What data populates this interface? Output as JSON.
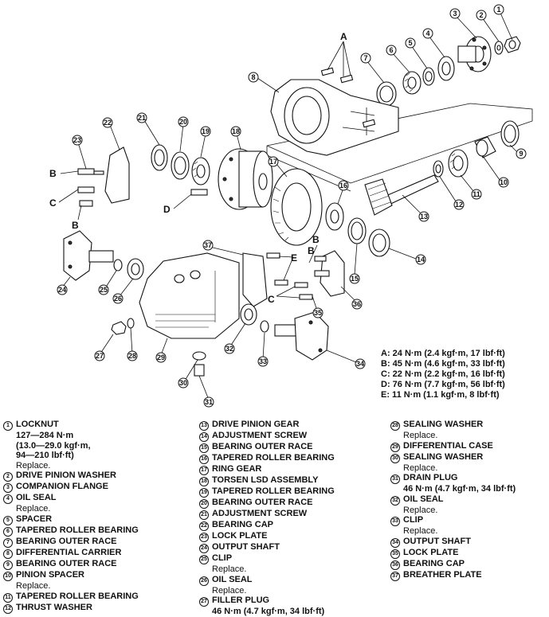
{
  "diagram": {
    "callouts": [
      "1",
      "2",
      "3",
      "4",
      "5",
      "6",
      "7",
      "8",
      "9",
      "10",
      "11",
      "12",
      "13",
      "14",
      "15",
      "16",
      "17",
      "18",
      "19",
      "20",
      "21",
      "22",
      "23",
      "24",
      "25",
      "26",
      "27",
      "28",
      "29",
      "30",
      "31",
      "32",
      "33",
      "34",
      "35",
      "36",
      "37"
    ],
    "letter_labels": [
      "A",
      "B",
      "C",
      "B",
      "D",
      "B",
      "B",
      "E",
      "C"
    ]
  },
  "torque_specs": [
    "A: 24 N·m (2.4 kgf·m, 17 lbf·ft)",
    "B: 45 N·m (4.6 kgf·m, 33 lbf·ft)",
    "C: 22 N·m (2.2 kgf·m, 16 lbf·ft)",
    "D: 76 N·m (7.7 kgf·m, 56 lbf·ft)",
    "E: 11 N·m (1.1 kgf·m, 8 lbf·ft)"
  ],
  "legend": {
    "col1": [
      {
        "num": "1",
        "name": "LOCKNUT",
        "lines": [
          {
            "text": "127—284 N·m",
            "bold": true
          },
          {
            "text": "(13.0—29.0 kgf·m,",
            "bold": true
          },
          {
            "text": "94—210 lbf·ft)",
            "bold": true
          },
          {
            "text": "Replace.",
            "bold": false
          }
        ]
      },
      {
        "num": "2",
        "name": "DRIVE PINION WASHER",
        "lines": []
      },
      {
        "num": "3",
        "name": "COMPANION FLANGE",
        "lines": []
      },
      {
        "num": "4",
        "name": "OIL SEAL",
        "lines": [
          {
            "text": "Replace.",
            "bold": false
          }
        ]
      },
      {
        "num": "5",
        "name": "SPACER",
        "lines": []
      },
      {
        "num": "6",
        "name": "TAPERED ROLLER BEARING",
        "lines": []
      },
      {
        "num": "7",
        "name": "BEARING OUTER RACE",
        "lines": []
      },
      {
        "num": "8",
        "name": "DIFFERENTIAL CARRIER",
        "lines": []
      },
      {
        "num": "9",
        "name": "BEARING OUTER RACE",
        "lines": []
      },
      {
        "num": "10",
        "name": "PINION SPACER",
        "lines": [
          {
            "text": "Replace.",
            "bold": false
          }
        ]
      },
      {
        "num": "11",
        "name": "TAPERED ROLLER BEARING",
        "lines": []
      },
      {
        "num": "12",
        "name": "THRUST WASHER",
        "lines": []
      }
    ],
    "col2": [
      {
        "num": "13",
        "name": "DRIVE PINION GEAR",
        "lines": []
      },
      {
        "num": "14",
        "name": "ADJUSTMENT SCREW",
        "lines": []
      },
      {
        "num": "15",
        "name": "BEARING OUTER RACE",
        "lines": []
      },
      {
        "num": "16",
        "name": "TAPERED ROLLER BEARING",
        "lines": []
      },
      {
        "num": "17",
        "name": "RING GEAR",
        "lines": []
      },
      {
        "num": "18",
        "name": "TORSEN LSD ASSEMBLY",
        "lines": []
      },
      {
        "num": "19",
        "name": "TAPERED ROLLER BEARING",
        "lines": []
      },
      {
        "num": "20",
        "name": "BEARING OUTER RACE",
        "lines": []
      },
      {
        "num": "21",
        "name": "ADJUSTMENT SCREW",
        "lines": []
      },
      {
        "num": "22",
        "name": "BEARING CAP",
        "lines": []
      },
      {
        "num": "23",
        "name": "LOCK PLATE",
        "lines": []
      },
      {
        "num": "24",
        "name": "OUTPUT SHAFT",
        "lines": []
      },
      {
        "num": "25",
        "name": "CLIP",
        "lines": [
          {
            "text": "Replace.",
            "bold": false
          }
        ]
      },
      {
        "num": "26",
        "name": "OIL SEAL",
        "lines": [
          {
            "text": "Replace.",
            "bold": false
          }
        ]
      },
      {
        "num": "27",
        "name": "FILLER PLUG",
        "lines": [
          {
            "text": "46 N·m (4.7 kgf·m, 34 lbf·ft)",
            "bold": true
          }
        ]
      }
    ],
    "col3": [
      {
        "num": "28",
        "name": "SEALING WASHER",
        "lines": [
          {
            "text": "Replace.",
            "bold": false
          }
        ]
      },
      {
        "num": "29",
        "name": "DIFFERENTIAL CASE",
        "lines": []
      },
      {
        "num": "30",
        "name": "SEALING WASHER",
        "lines": [
          {
            "text": "Replace.",
            "bold": false
          }
        ]
      },
      {
        "num": "31",
        "name": "DRAIN PLUG",
        "lines": [
          {
            "text": "46 N·m (4.7 kgf·m, 34 lbf·ft)",
            "bold": true
          }
        ]
      },
      {
        "num": "32",
        "name": "OIL SEAL",
        "lines": [
          {
            "text": "Replace.",
            "bold": false
          }
        ]
      },
      {
        "num": "33",
        "name": "CLIP",
        "lines": [
          {
            "text": "Replace.",
            "bold": false
          }
        ]
      },
      {
        "num": "34",
        "name": "OUTPUT SHAFT",
        "lines": []
      },
      {
        "num": "35",
        "name": "LOCK PLATE",
        "lines": []
      },
      {
        "num": "36",
        "name": "BEARING CAP",
        "lines": []
      },
      {
        "num": "37",
        "name": "BREATHER PLATE",
        "lines": []
      }
    ]
  }
}
